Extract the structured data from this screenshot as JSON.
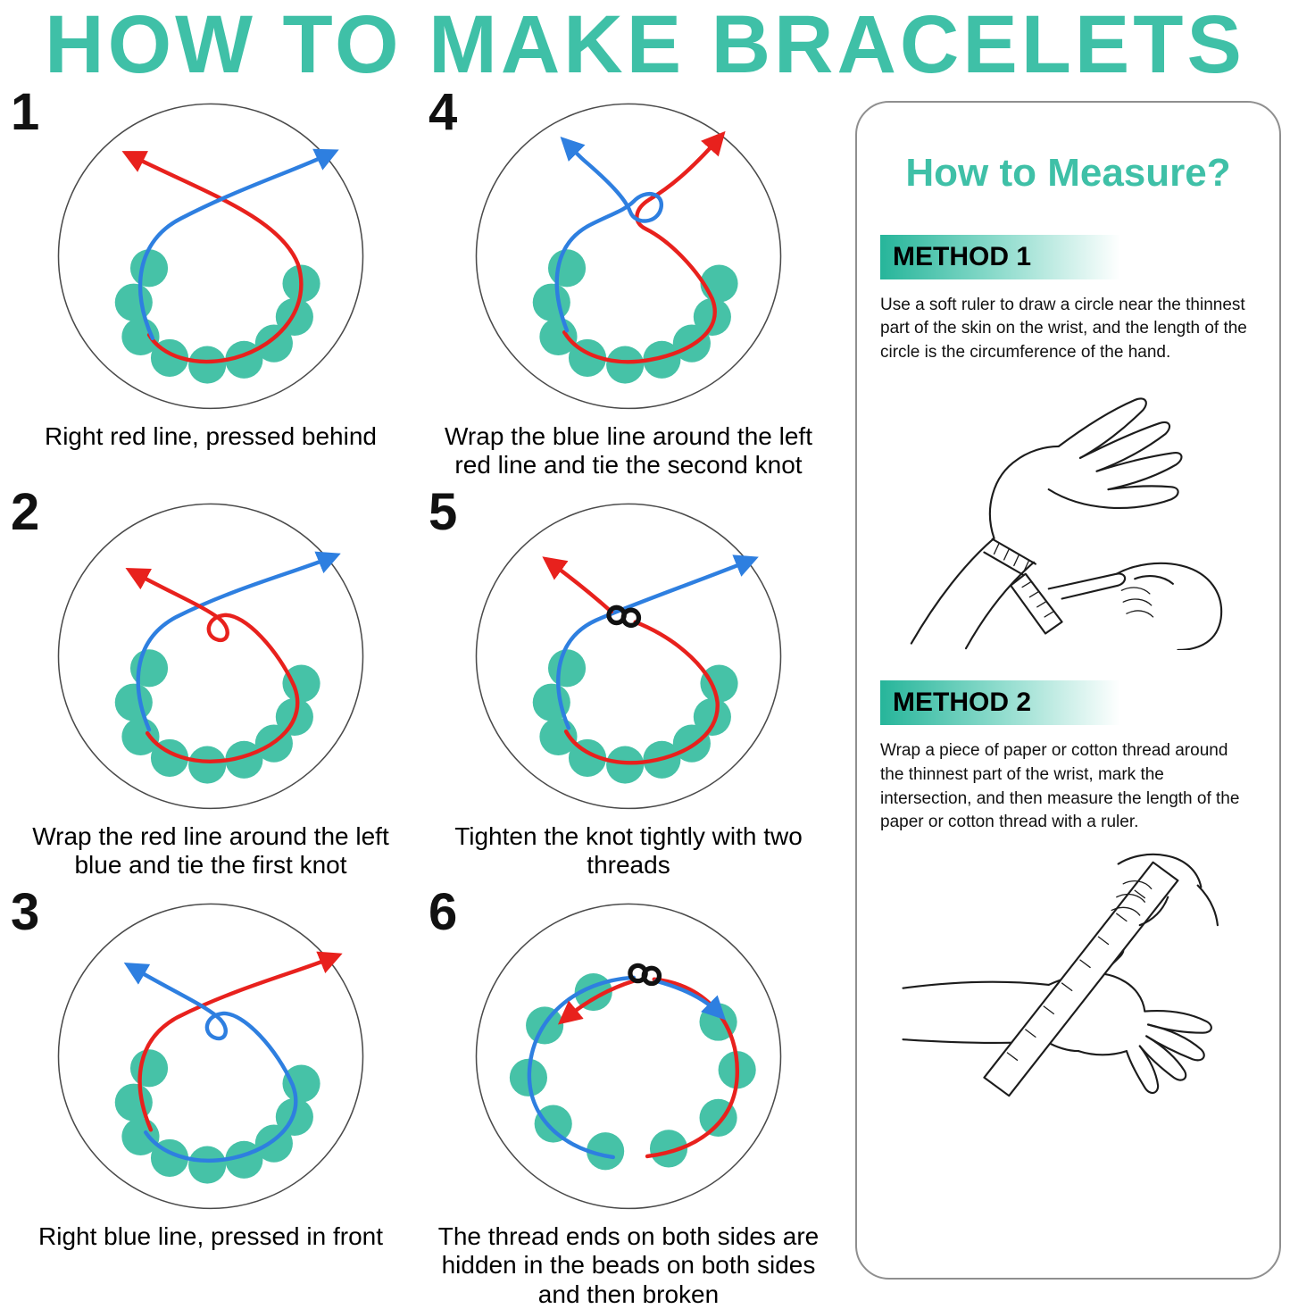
{
  "title": "HOW TO MAKE BRACELETS",
  "colors": {
    "teal": "#3FC0A7",
    "bead": "#46C2A7",
    "red": "#E8211D",
    "blue": "#2E7FE0",
    "knot": "#111111"
  },
  "steps": [
    {
      "number": "1",
      "caption": "Right red line, pressed behind"
    },
    {
      "number": "2",
      "caption": "Wrap the red line around the left blue and tie the first knot"
    },
    {
      "number": "3",
      "caption": "Right blue line, pressed in front"
    },
    {
      "number": "4",
      "caption": "Wrap the blue line around the left red line and tie the second knot"
    },
    {
      "number": "5",
      "caption": "Tighten the knot tightly with two threads"
    },
    {
      "number": "6",
      "caption": "The thread ends on both sides are hidden in the beads on both sides and then broken"
    }
  ],
  "measure_panel": {
    "title": "How to Measure?",
    "methods": [
      {
        "label": "METHOD 1",
        "text": "Use a soft ruler to draw a circle near the thinnest part of the skin on the wrist, and the length of the circle is the circumference of the hand."
      },
      {
        "label": "METHOD 2",
        "text": "Wrap a piece of paper or cotton thread around the thinnest part of the wrist, mark the intersection, and then measure the length of the paper or cotton thread with a ruler."
      }
    ]
  }
}
